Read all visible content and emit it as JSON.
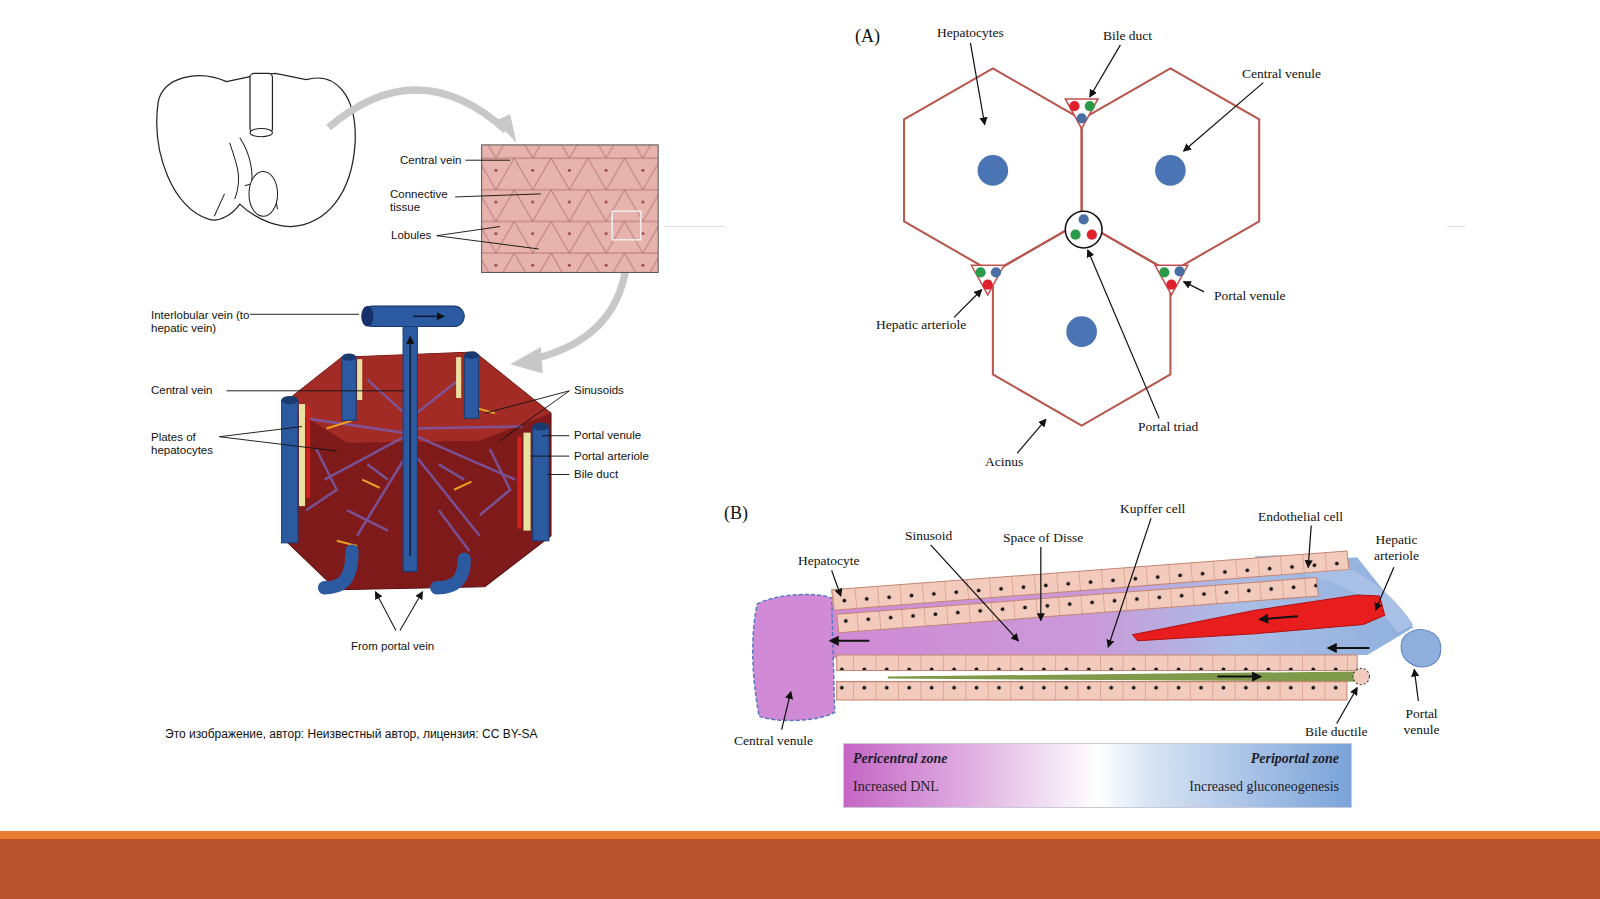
{
  "diagram": {
    "nodes": [
      {
        "text": [
          "Pericentral zone",
          "Increased DNL",
          "Periportal zone",
          "Increased gluconeogenesis"
        ]
      }
    ],
    "labels": [
      "Central vein",
      "Connective tissue",
      "Lobules",
      "Interlobular vein (to hepatic vein)",
      "Central vein",
      "Plates of hepatocytes",
      "Sinusoids",
      "Portal venule",
      "Portal arteriole",
      "Bile duct",
      "From portal vein",
      "Это изображение, автор: Неизвестный автор, лицензия: CC BY-SA",
      "(A)",
      "Hepatocytes",
      "Bile duct",
      "Central venule",
      "Hepatic arteriole",
      "Portal venule",
      "Portal triad",
      "Acinus",
      "(B)",
      "Hepatocyte",
      "Sinusoid",
      "Space of Disse",
      "Kupffer cell",
      "Endothelial cell",
      "Hepatic arteriole",
      "Central venule",
      "Bile ductile",
      "Portal venule"
    ]
  }
}
